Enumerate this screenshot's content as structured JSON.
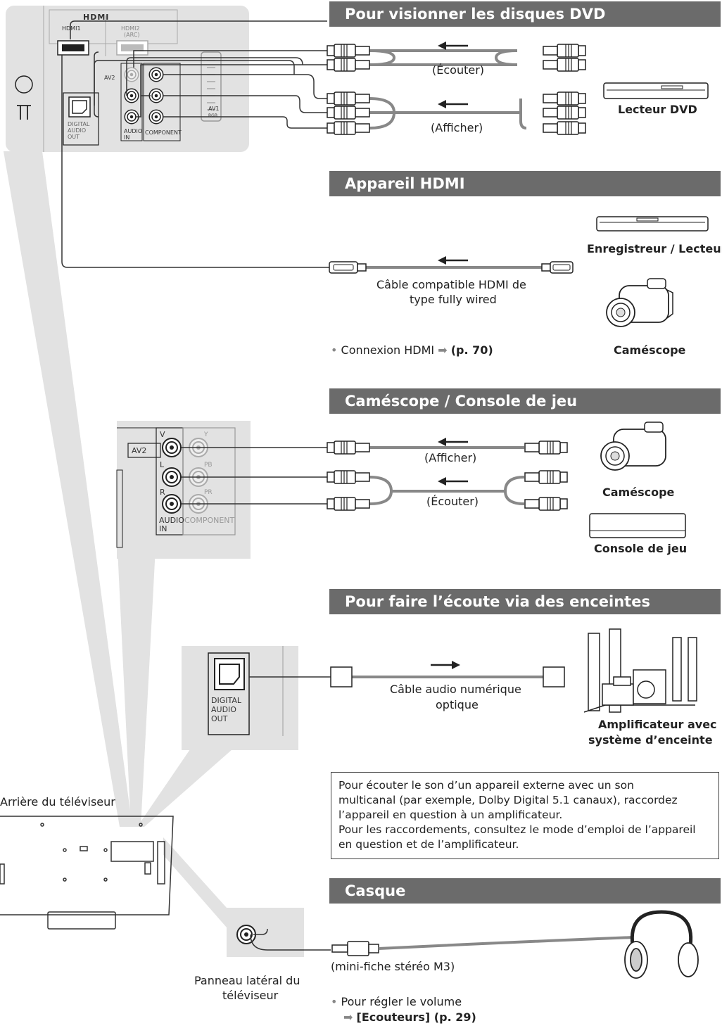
{
  "sections": {
    "dvd": {
      "header": "Pour visionner les disques DVD",
      "cable_audio_label": "(Écouter)",
      "cable_video_label": "(Afficher)",
      "device": "Lecteur DVD"
    },
    "hdmi": {
      "header": "Appareil HDMI",
      "cable_label_line1": "Câble compatible HDMI de",
      "cable_label_line2": "type fully wired",
      "device1": "Enregistreur / Lecteur",
      "device2": "Caméscope",
      "bullet": "Connexion HDMI",
      "bullet_ref": "(p. 70)"
    },
    "camcorder": {
      "header": "Caméscope / Console de jeu",
      "cable_video_label": "(Afficher)",
      "cable_audio_label": "(Écouter)",
      "device1": "Caméscope",
      "device2": "Console de jeu"
    },
    "speakers": {
      "header": "Pour faire l’écoute via des enceintes",
      "cable_label_line1": "Câble audio numérique",
      "cable_label_line2": "optique",
      "device_line1": "Amplificateur avec",
      "device_line2": "système d’enceinte"
    },
    "note": {
      "lines": [
        "Pour écouter le son d’un appareil externe avec un son",
        "multicanal (par exemple, Dolby Digital 5.1 canaux), raccordez",
        "l’appareil en question à un amplificateur.",
        "Pour les raccordements, consultez le mode d’emploi de l’appareil",
        "en question et de l’amplificateur."
      ]
    },
    "headphones": {
      "header": "Casque",
      "plug_label": "(mini-fiche stéréo M3)",
      "bullet": "Pour régler le volume",
      "bullet_ref": "[Ecouteurs] (p. 29)"
    }
  },
  "tv": {
    "rear_label": "Arrière du téléviseur",
    "side_panel_line1": "Panneau latéral du",
    "side_panel_line2": "téléviseur"
  },
  "panel_labels": {
    "hdmi_logo": "HDMI",
    "hdmi1": "HDMI1",
    "hdmi2": "HDMI2",
    "arc": "(ARC)",
    "av2": "AV2",
    "digital": "DIGITAL",
    "audio": "AUDIO",
    "out": "OUT",
    "audio_in_1": "AUDIO",
    "audio_in_2": "IN",
    "component": "COMPONENT",
    "av1": "AV1",
    "rgb": "RGB",
    "v": "V",
    "l": "L",
    "r": "R",
    "y": "Y",
    "pb": "PB",
    "pr": "PR"
  },
  "colors": {
    "header_bg": "#6b6b6b",
    "panel_bg": "#e2e2e2",
    "cable": "#888888"
  },
  "icons": [
    "rca-plug-icon",
    "hdmi-plug-icon",
    "optical-plug-icon",
    "mini-jack-icon",
    "dvd-player-icon",
    "recorder-icon",
    "camcorder-icon",
    "game-console-icon",
    "speaker-system-icon",
    "headphones-icon",
    "arrow-left-icon",
    "arrow-right-icon"
  ]
}
